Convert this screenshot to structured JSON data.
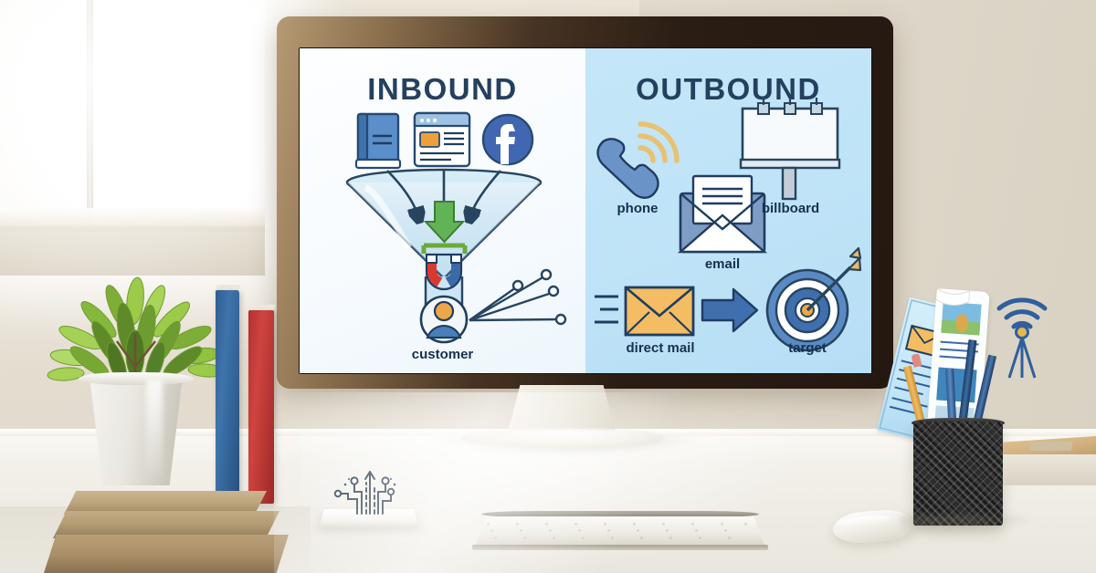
{
  "scene": {
    "title": "Inbound vs Outbound Marketing on Desktop Monitor",
    "description": "Sunlit office desk with a wide monitor displaying a split inbound / outbound marketing infographic"
  },
  "monitor": {
    "device_name": "desktop-monitor",
    "bezel_color": "#2a1d13",
    "stand_color": "#eae6da"
  },
  "screen": {
    "inbound": {
      "heading": "INBOUND",
      "panel_color": "#f8fbfe",
      "heading_color": "#25405e",
      "icons": [
        {
          "name": "book-icon",
          "label": "",
          "color": "#4a7fbb"
        },
        {
          "name": "webpage-icon",
          "label": "",
          "color": "#e8972f"
        },
        {
          "name": "facebook-icon",
          "label": "f",
          "color": "#4267b2"
        },
        {
          "name": "funnel-icon",
          "label": "",
          "color": "#bcdcee"
        },
        {
          "name": "download-arrow-icon",
          "label": "",
          "color": "#5aa94f"
        },
        {
          "name": "magnet-icon",
          "label": "",
          "color": "#d8392f"
        },
        {
          "name": "customer-avatar-icon",
          "label": "",
          "color": "#e9a341"
        },
        {
          "name": "network-nodes-icon",
          "label": "",
          "color": "#2a4a6b"
        }
      ],
      "caption": "customer"
    },
    "outbound": {
      "heading": "OUTBOUND",
      "panel_color": "#c0e4f7",
      "heading_color": "#25405e",
      "items": [
        {
          "icon": "phone-handset-icon",
          "label": "phone",
          "color": "#5b86bd"
        },
        {
          "icon": "billboard-icon",
          "label": "billboard",
          "color": "#f3f8fb"
        },
        {
          "icon": "email-envelope-icon",
          "label": "email",
          "color": "#ffffff"
        },
        {
          "icon": "direct-mail-envelope-icon",
          "label": "direct mail",
          "color": "#f0b95e"
        },
        {
          "icon": "target-dartboard-icon",
          "label": "target",
          "color": "#3a6aa8"
        }
      ]
    }
  },
  "desk": {
    "surface_color": "#f4f2ea",
    "objects": [
      {
        "name": "potted-plant",
        "color": "#8cbf3f"
      },
      {
        "name": "blue-book",
        "color": "#34618f"
      },
      {
        "name": "red-book",
        "color": "#b3302f"
      },
      {
        "name": "book-stack",
        "color": "#b89e77"
      },
      {
        "name": "tablet-with-circuit-icon",
        "color": "#ffffff"
      },
      {
        "name": "keyboard",
        "color": "#eceae2"
      },
      {
        "name": "computer-mouse",
        "color": "#f2f0ea"
      },
      {
        "name": "mesh-pen-cup",
        "color": "#222222"
      },
      {
        "name": "wifi-signal-icon",
        "color": "#2f5f9e"
      },
      {
        "name": "wooden-tray",
        "color": "#cfae7c"
      }
    ]
  },
  "room": {
    "wall_color": "#e6dfd2",
    "window_name": "bright-window",
    "lighting": "sunlit"
  }
}
